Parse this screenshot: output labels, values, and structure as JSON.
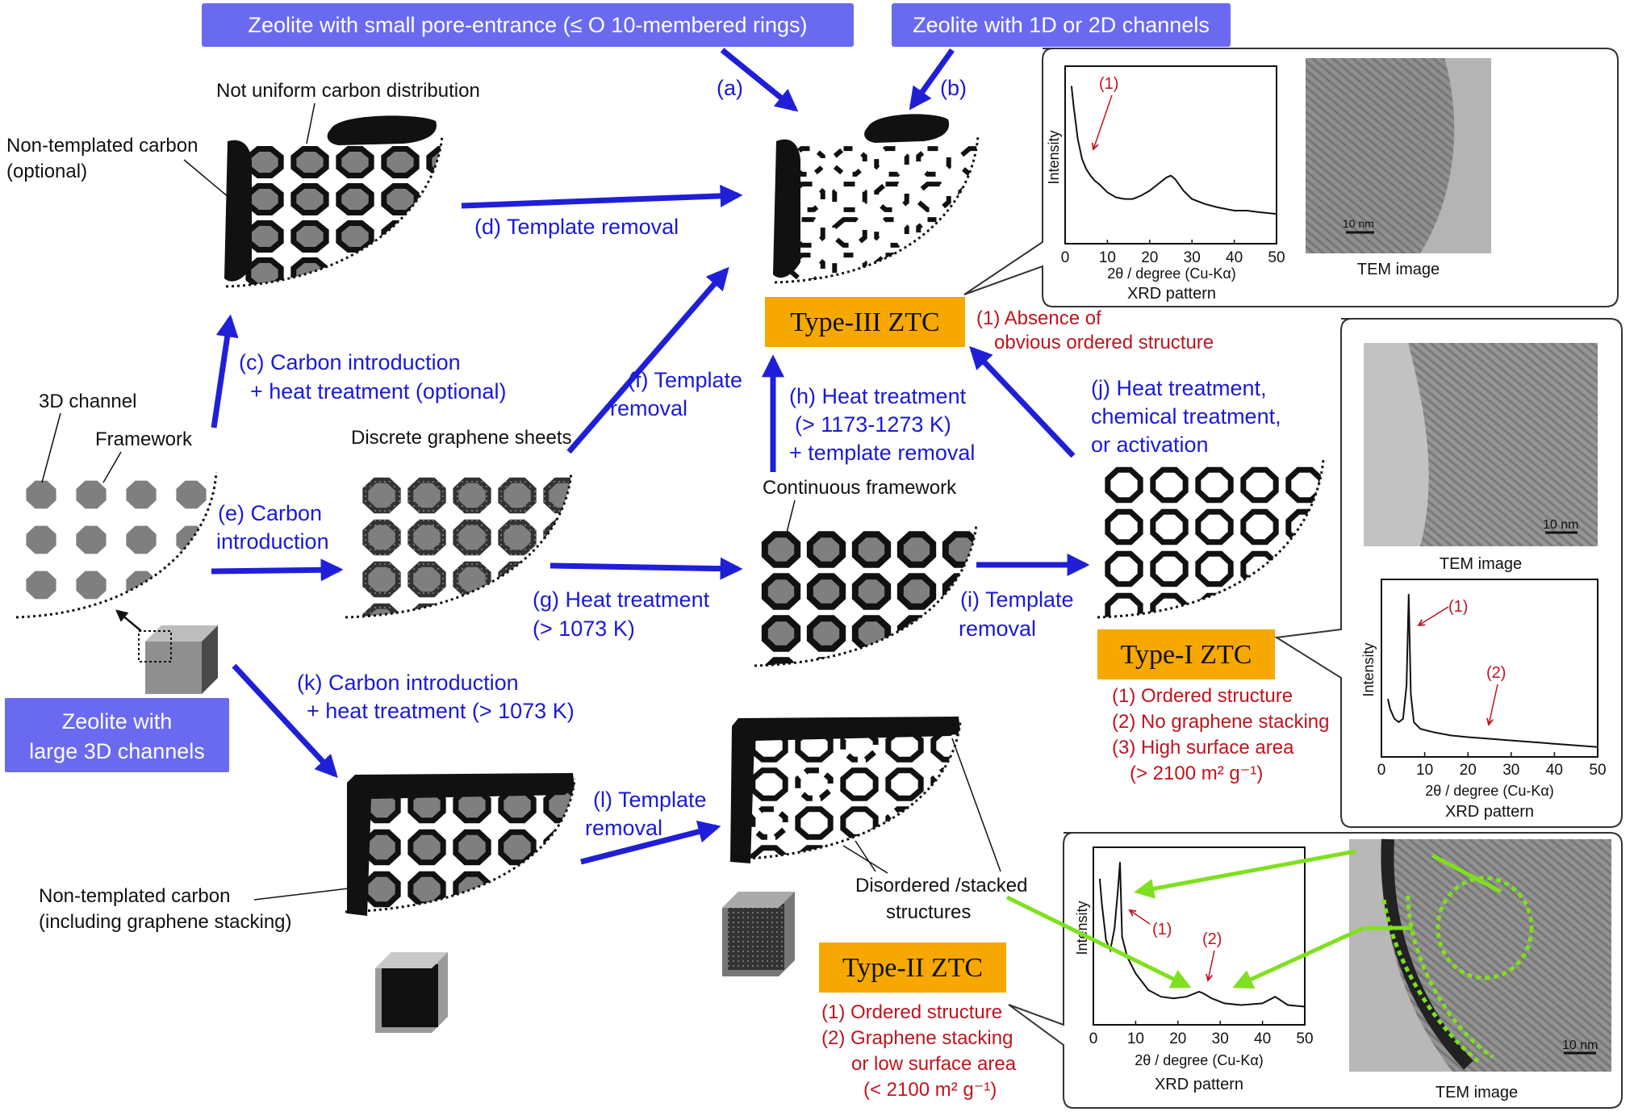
{
  "colors": {
    "blue_box": "#6a6af0",
    "orange_box": "#f7a800",
    "arrow_blue": "#1f1fd8",
    "label_blue": "#1a1ad6",
    "label_red": "#c0141e",
    "green_arrow": "#7fe01e",
    "pore_gray": "#7f7f7f"
  },
  "boxes": {
    "small_pore": "Zeolite with small pore-entrance (≤ O 10-membered rings)",
    "channels_1d2d": "Zeolite with 1D or 2D channels",
    "large3d_l1": "Zeolite with",
    "large3d_l2": "large 3D channels",
    "type3": "Type-III  ZTC",
    "type1": "Type-I  ZTC",
    "type2": "Type-II  ZTC"
  },
  "labels": {
    "not_uniform": "Not uniform carbon distribution",
    "nontemplated_l1": "Non-templated carbon",
    "nontemplated_l2": "(optional)",
    "channel3d": "3D channel",
    "framework": "Framework",
    "discrete": "Discrete graphene sheets",
    "continuous": "Continuous  framework",
    "nontemplated2_l1": "Non-templated carbon",
    "nontemplated2_l2": "(including graphene stacking)",
    "disordered_l1": "Disordered /stacked",
    "disordered_l2": "structures"
  },
  "steps": {
    "a": "(a)",
    "b": "(b)",
    "c_l1": "(c) Carbon introduction",
    "c_l2": "+ heat treatment (optional)",
    "d": "(d) Template removal",
    "e_l1": "(e) Carbon",
    "e_l2": "introduction",
    "f_l1": "(f) Template",
    "f_l2": "removal",
    "g_l1": "(g) Heat treatment",
    "g_l2": "(> 1073 K)",
    "h_l1": "(h) Heat treatment",
    "h_l2": "(> 1173-1273 K)",
    "h_l3": "+ template removal",
    "i_l1": "(i) Template",
    "i_l2": "removal",
    "j_l1": "(j) Heat treatment,",
    "j_l2": "chemical treatment,",
    "j_l3": "or activation",
    "k_l1": "(k) Carbon introduction",
    "k_l2": "+ heat treatment (> 1073 K)",
    "l_l1": "(l) Template",
    "l_l2": "removal"
  },
  "props": {
    "type3_l1": "(1) Absence of",
    "type3_l2": "obvious ordered structure",
    "type1_l1": "(1) Ordered structure",
    "type1_l2": "(2) No graphene stacking",
    "type1_l3": "(3) High surface area",
    "type1_l4": "(> 2100 m² g⁻¹)",
    "type2_l1": "(1) Ordered structure",
    "type2_l2": "(2) Graphene stacking",
    "type2_l3": "or low surface area",
    "type2_l4": "(< 2100 m² g⁻¹)"
  },
  "insets": {
    "xrd_caption": "XRD pattern",
    "tem_caption": "TEM image",
    "xaxis_label": "2θ / degree (Cu-Kα)",
    "yaxis_label": "Intensity",
    "scale": "10 nm",
    "peak1": "(1)",
    "peak2": "(2)",
    "xticks": [
      "0",
      "10",
      "20",
      "30",
      "40",
      "50"
    ]
  },
  "chart_data": [
    {
      "type": "line",
      "panel": "Type-III ZTC XRD",
      "xlabel": "2θ / degree (Cu-Kα)",
      "ylabel": "Intensity",
      "xlim": [
        0,
        50
      ],
      "x": [
        1.5,
        2,
        3,
        4,
        5,
        6,
        7,
        8,
        10,
        12,
        14,
        16,
        18,
        20,
        22,
        24,
        25,
        26,
        28,
        30,
        33,
        36,
        40,
        43,
        46,
        50
      ],
      "y": [
        92,
        80,
        60,
        48,
        42,
        38,
        35,
        33,
        28,
        25,
        24,
        24,
        26,
        29,
        33,
        37,
        38,
        36,
        29,
        24,
        21,
        19,
        17,
        17,
        16,
        15
      ],
      "annotations": [
        "(1)"
      ]
    },
    {
      "type": "line",
      "panel": "Type-I ZTC XRD",
      "xlabel": "2θ / degree (Cu-Kα)",
      "ylabel": "Intensity",
      "xlim": [
        0,
        50
      ],
      "x": [
        1.5,
        2,
        3,
        4,
        5,
        5.8,
        6.3,
        6.8,
        7.5,
        9,
        12,
        16,
        20,
        25,
        30,
        35,
        40,
        45,
        50
      ],
      "y": [
        32,
        26,
        20,
        18,
        20,
        40,
        95,
        35,
        18,
        14,
        12,
        10,
        9,
        8,
        7,
        6,
        5,
        4,
        3
      ],
      "annotations": [
        "(1)",
        "(2)"
      ]
    },
    {
      "type": "line",
      "panel": "Type-II ZTC XRD",
      "xlabel": "2θ / degree (Cu-Kα)",
      "ylabel": "Intensity",
      "xlim": [
        0,
        50
      ],
      "x": [
        1.5,
        2,
        3,
        4,
        5,
        5.8,
        6.3,
        6.8,
        8,
        10,
        13,
        16,
        19,
        22,
        24,
        25,
        26,
        28,
        31,
        35,
        40,
        43,
        46,
        50
      ],
      "y": [
        85,
        70,
        48,
        42,
        55,
        78,
        95,
        50,
        38,
        28,
        18,
        14,
        13,
        14,
        16,
        17,
        16,
        13,
        10,
        9,
        10,
        14,
        9,
        8
      ],
      "annotations": [
        "(1)",
        "(2)"
      ]
    }
  ]
}
